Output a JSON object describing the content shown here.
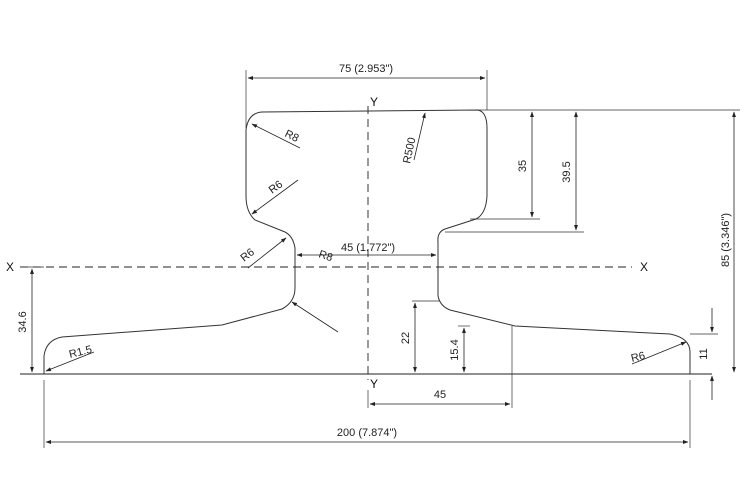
{
  "axes": {
    "y_top": "Y",
    "y_bottom": "Y",
    "x_left": "X",
    "x_right": "X"
  },
  "dimensions": {
    "head_width": "75 (2.953\")",
    "web_width": "45 (1.772\")",
    "base_width": "200 (7.874\")",
    "base_half": "45",
    "total_height": "85 (3.346\")",
    "head_depth_35": "35",
    "head_depth_39_5": "39.5",
    "neutral_axis_height": "34.6",
    "height_22": "22",
    "height_15_4": "15.4",
    "flange_tip": "11"
  },
  "radii": {
    "head_top": "R8",
    "head_bottom": "R6",
    "neck": "R6",
    "web": "R8",
    "crown": "R500",
    "base_left": "R1.5",
    "base_right": "R6"
  }
}
